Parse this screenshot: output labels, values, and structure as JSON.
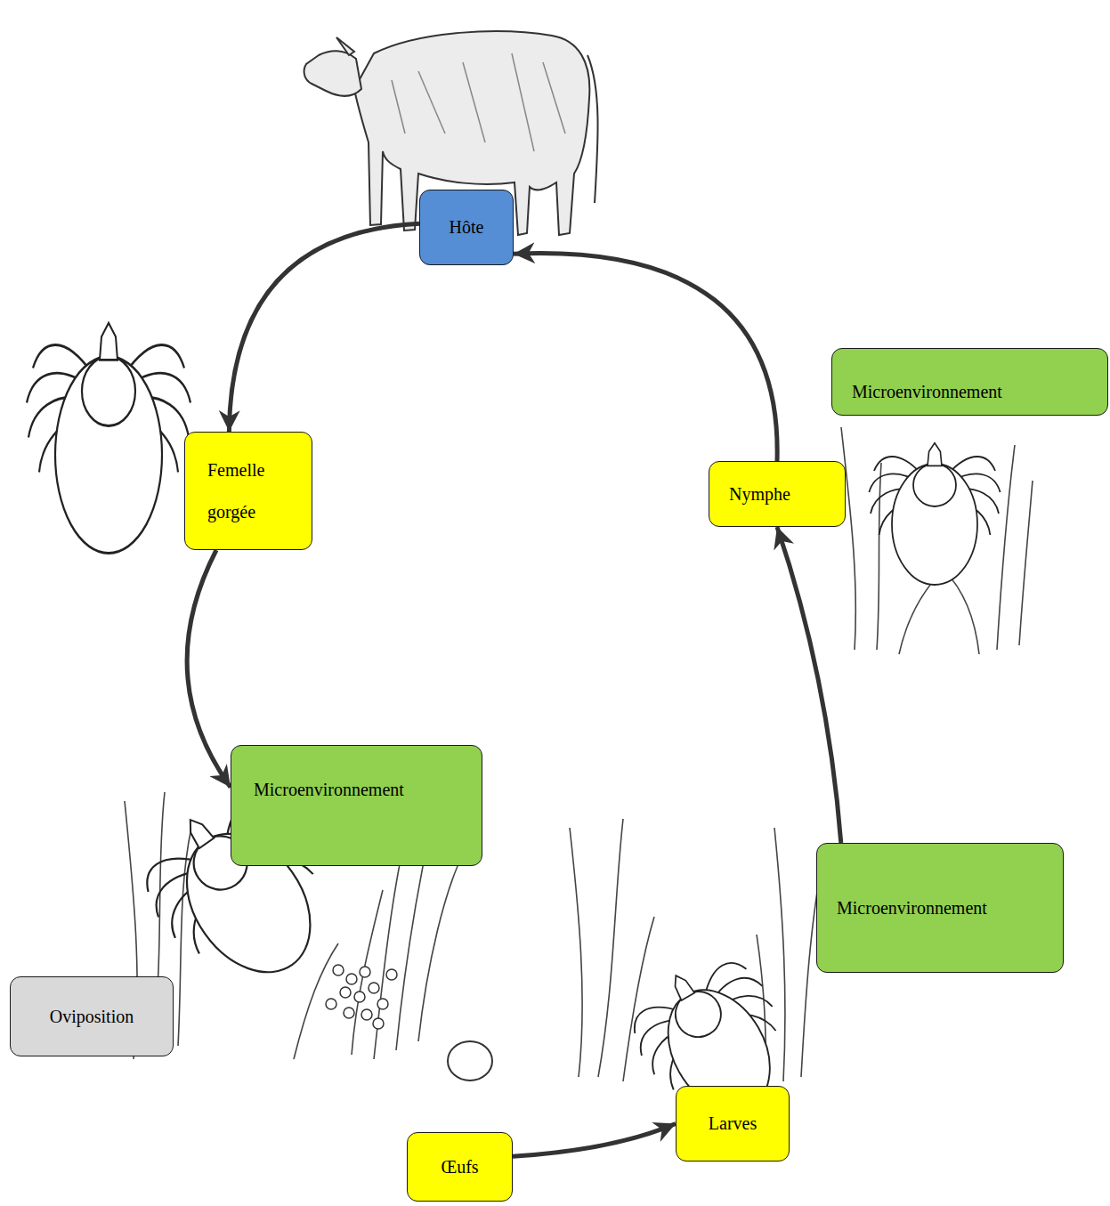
{
  "diagram": {
    "nodes": [
      {
        "text": [
          "Hôte"
        ]
      },
      {
        "text": [
          "Microenvironnement"
        ]
      },
      {
        "text": [
          "Femelle gorgée"
        ]
      },
      {
        "text": [
          "Nymphe"
        ]
      },
      {
        "text": [
          "Microenvironnement"
        ]
      },
      {
        "text": [
          "Microenvironnement"
        ]
      },
      {
        "text": [
          "Oviposition"
        ]
      },
      {
        "text": [
          "Larves"
        ]
      },
      {
        "text": [
          "Œufs"
        ]
      }
    ],
    "edges": [
      {
        "from": 0,
        "to": 2,
        "arrow": "to"
      },
      {
        "from": 2,
        "to": 4,
        "arrow": "to"
      },
      {
        "from": 8,
        "to": 7,
        "arrow": "to"
      },
      {
        "from": 5,
        "to": 3,
        "arrow": "to"
      },
      {
        "from": 3,
        "to": 0,
        "arrow": "to"
      }
    ]
  }
}
